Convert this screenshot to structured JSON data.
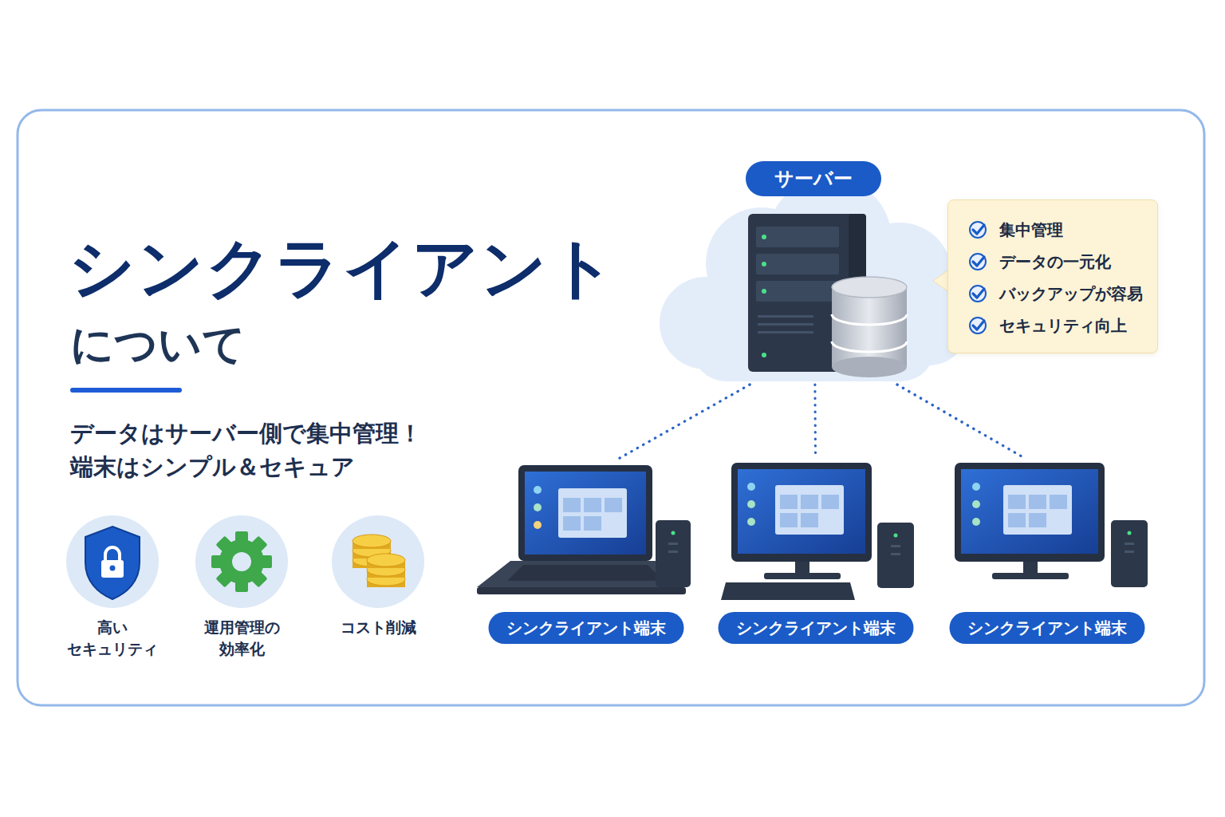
{
  "diagram": {
    "title": "シンクライアント",
    "nodes": [
      {
        "text": [
          "サーバー"
        ]
      },
      {
        "text": [
          "集中管理",
          "データの一元化",
          "バックアップが容易",
          "セキュリティ向上"
        ]
      },
      {
        "text": [
          "シンクライアント端末"
        ]
      },
      {
        "text": [
          "シンクライアント端末"
        ]
      },
      {
        "text": [
          "シンクライアント端末"
        ]
      },
      {
        "text": [
          "高い セキュリティ"
        ]
      },
      {
        "text": [
          "運用管理の 効率化"
        ]
      },
      {
        "text": [
          "コスト削減"
        ]
      }
    ],
    "edges": [
      {
        "from": 0,
        "to": 2,
        "arrow": "none"
      },
      {
        "from": 0,
        "to": 3,
        "arrow": "none"
      },
      {
        "from": 0,
        "to": 4,
        "arrow": "none"
      }
    ],
    "labels": [
      "について",
      "データはサーバー側で集中管理！",
      "端末はシンプル＆セキュア"
    ]
  }
}
